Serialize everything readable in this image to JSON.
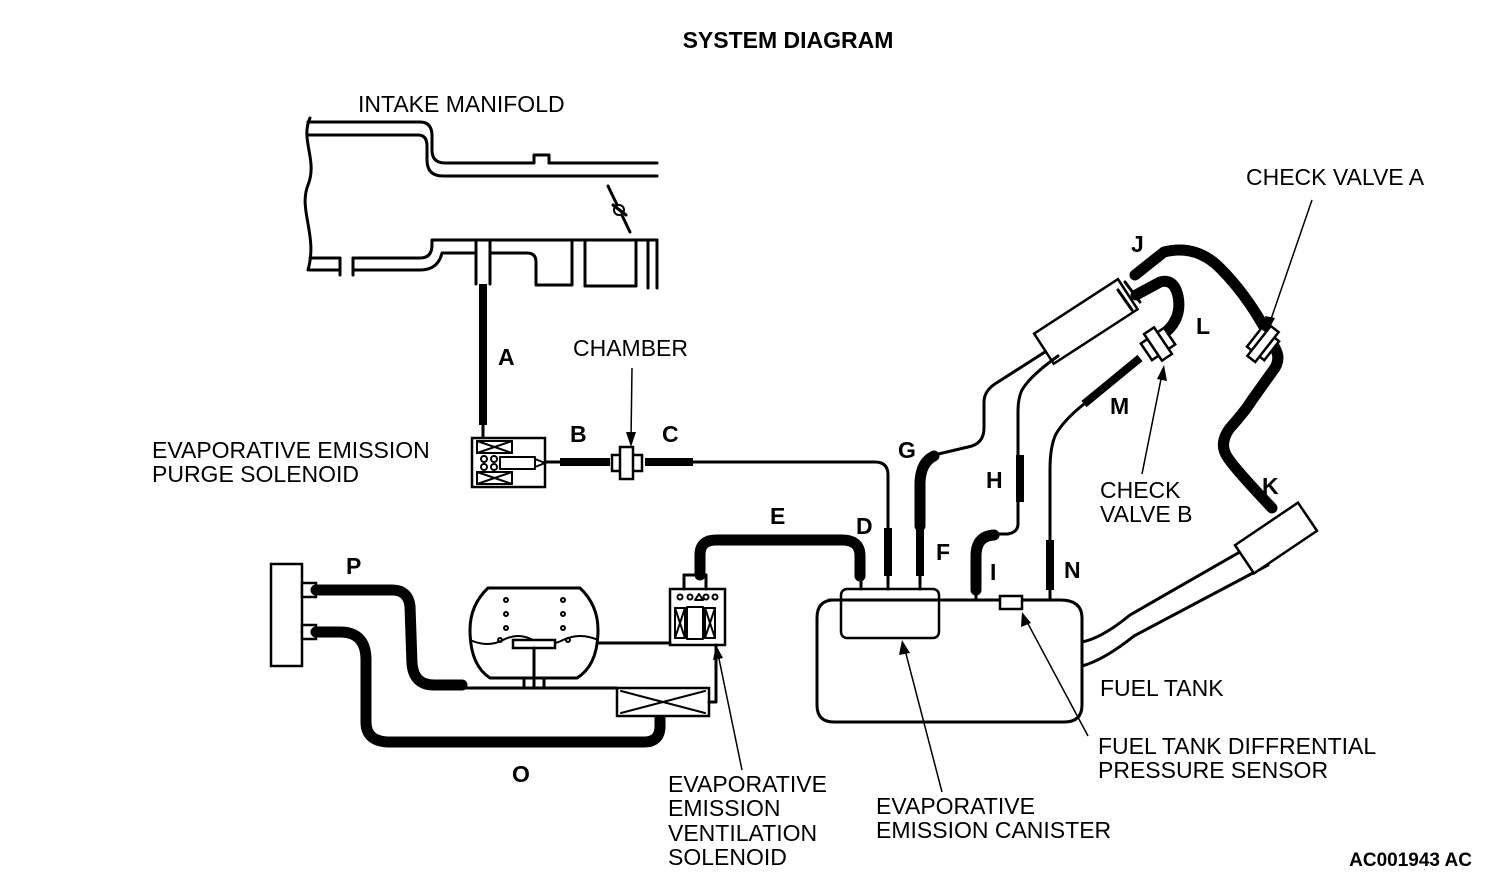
{
  "title": "SYSTEM DIAGRAM",
  "labels": {
    "intake_manifold": "INTAKE MANIFOLD",
    "chamber": "CHAMBER",
    "check_valve_a": "CHECK VALVE A",
    "check_valve_b_line1": "CHECK",
    "check_valve_b_line2": "VALVE B",
    "purge_solenoid_line1": "EVAPORATIVE EMISSION",
    "purge_solenoid_line2": "PURGE SOLENOID",
    "fuel_tank": "FUEL TANK",
    "pressure_sensor_line1": "FUEL TANK DIFFRENTIAL",
    "pressure_sensor_line2": "PRESSURE SENSOR",
    "vent_solenoid_line1": "EVAPORATIVE",
    "vent_solenoid_line2": "EMISSION",
    "vent_solenoid_line3": "VENTILATION",
    "vent_solenoid_line4": "SOLENOID",
    "canister_line1": "EVAPORATIVE",
    "canister_line2": "EMISSION CANISTER"
  },
  "hose_letters": {
    "a": "A",
    "b": "B",
    "c": "C",
    "d": "D",
    "e": "E",
    "f": "F",
    "g": "G",
    "h": "H",
    "i": "I",
    "j": "J",
    "k": "K",
    "l": "L",
    "m": "M",
    "n": "N",
    "o": "O",
    "p": "P"
  },
  "figure_code": "AC001943 AC"
}
